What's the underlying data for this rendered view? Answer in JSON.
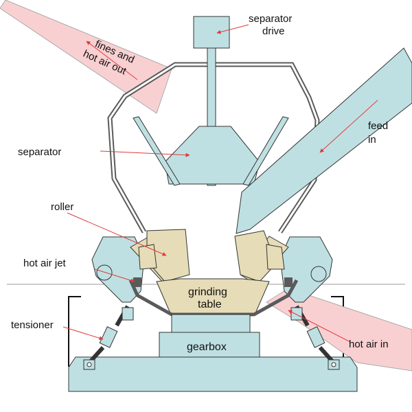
{
  "labels": {
    "separator_drive_1": "separator",
    "separator_drive_2": "drive",
    "fines_1": "fines and",
    "fines_2": "hot air out",
    "feed_1": "feed",
    "feed_2": "in",
    "separator": "separator",
    "roller": "roller",
    "hot_air_jet": "hot air jet",
    "grinding_1": "grinding",
    "grinding_2": "table",
    "tensioner": "tensioner",
    "gearbox": "gearbox",
    "hot_air_in": "hot air in"
  },
  "colors": {
    "housing": "#5a5a5a",
    "part_blue": "#bfe0e3",
    "duct_pink": "#f9d0d2",
    "roller_tan": "#e6dcb7",
    "arrow_red": "#e03a3a"
  }
}
